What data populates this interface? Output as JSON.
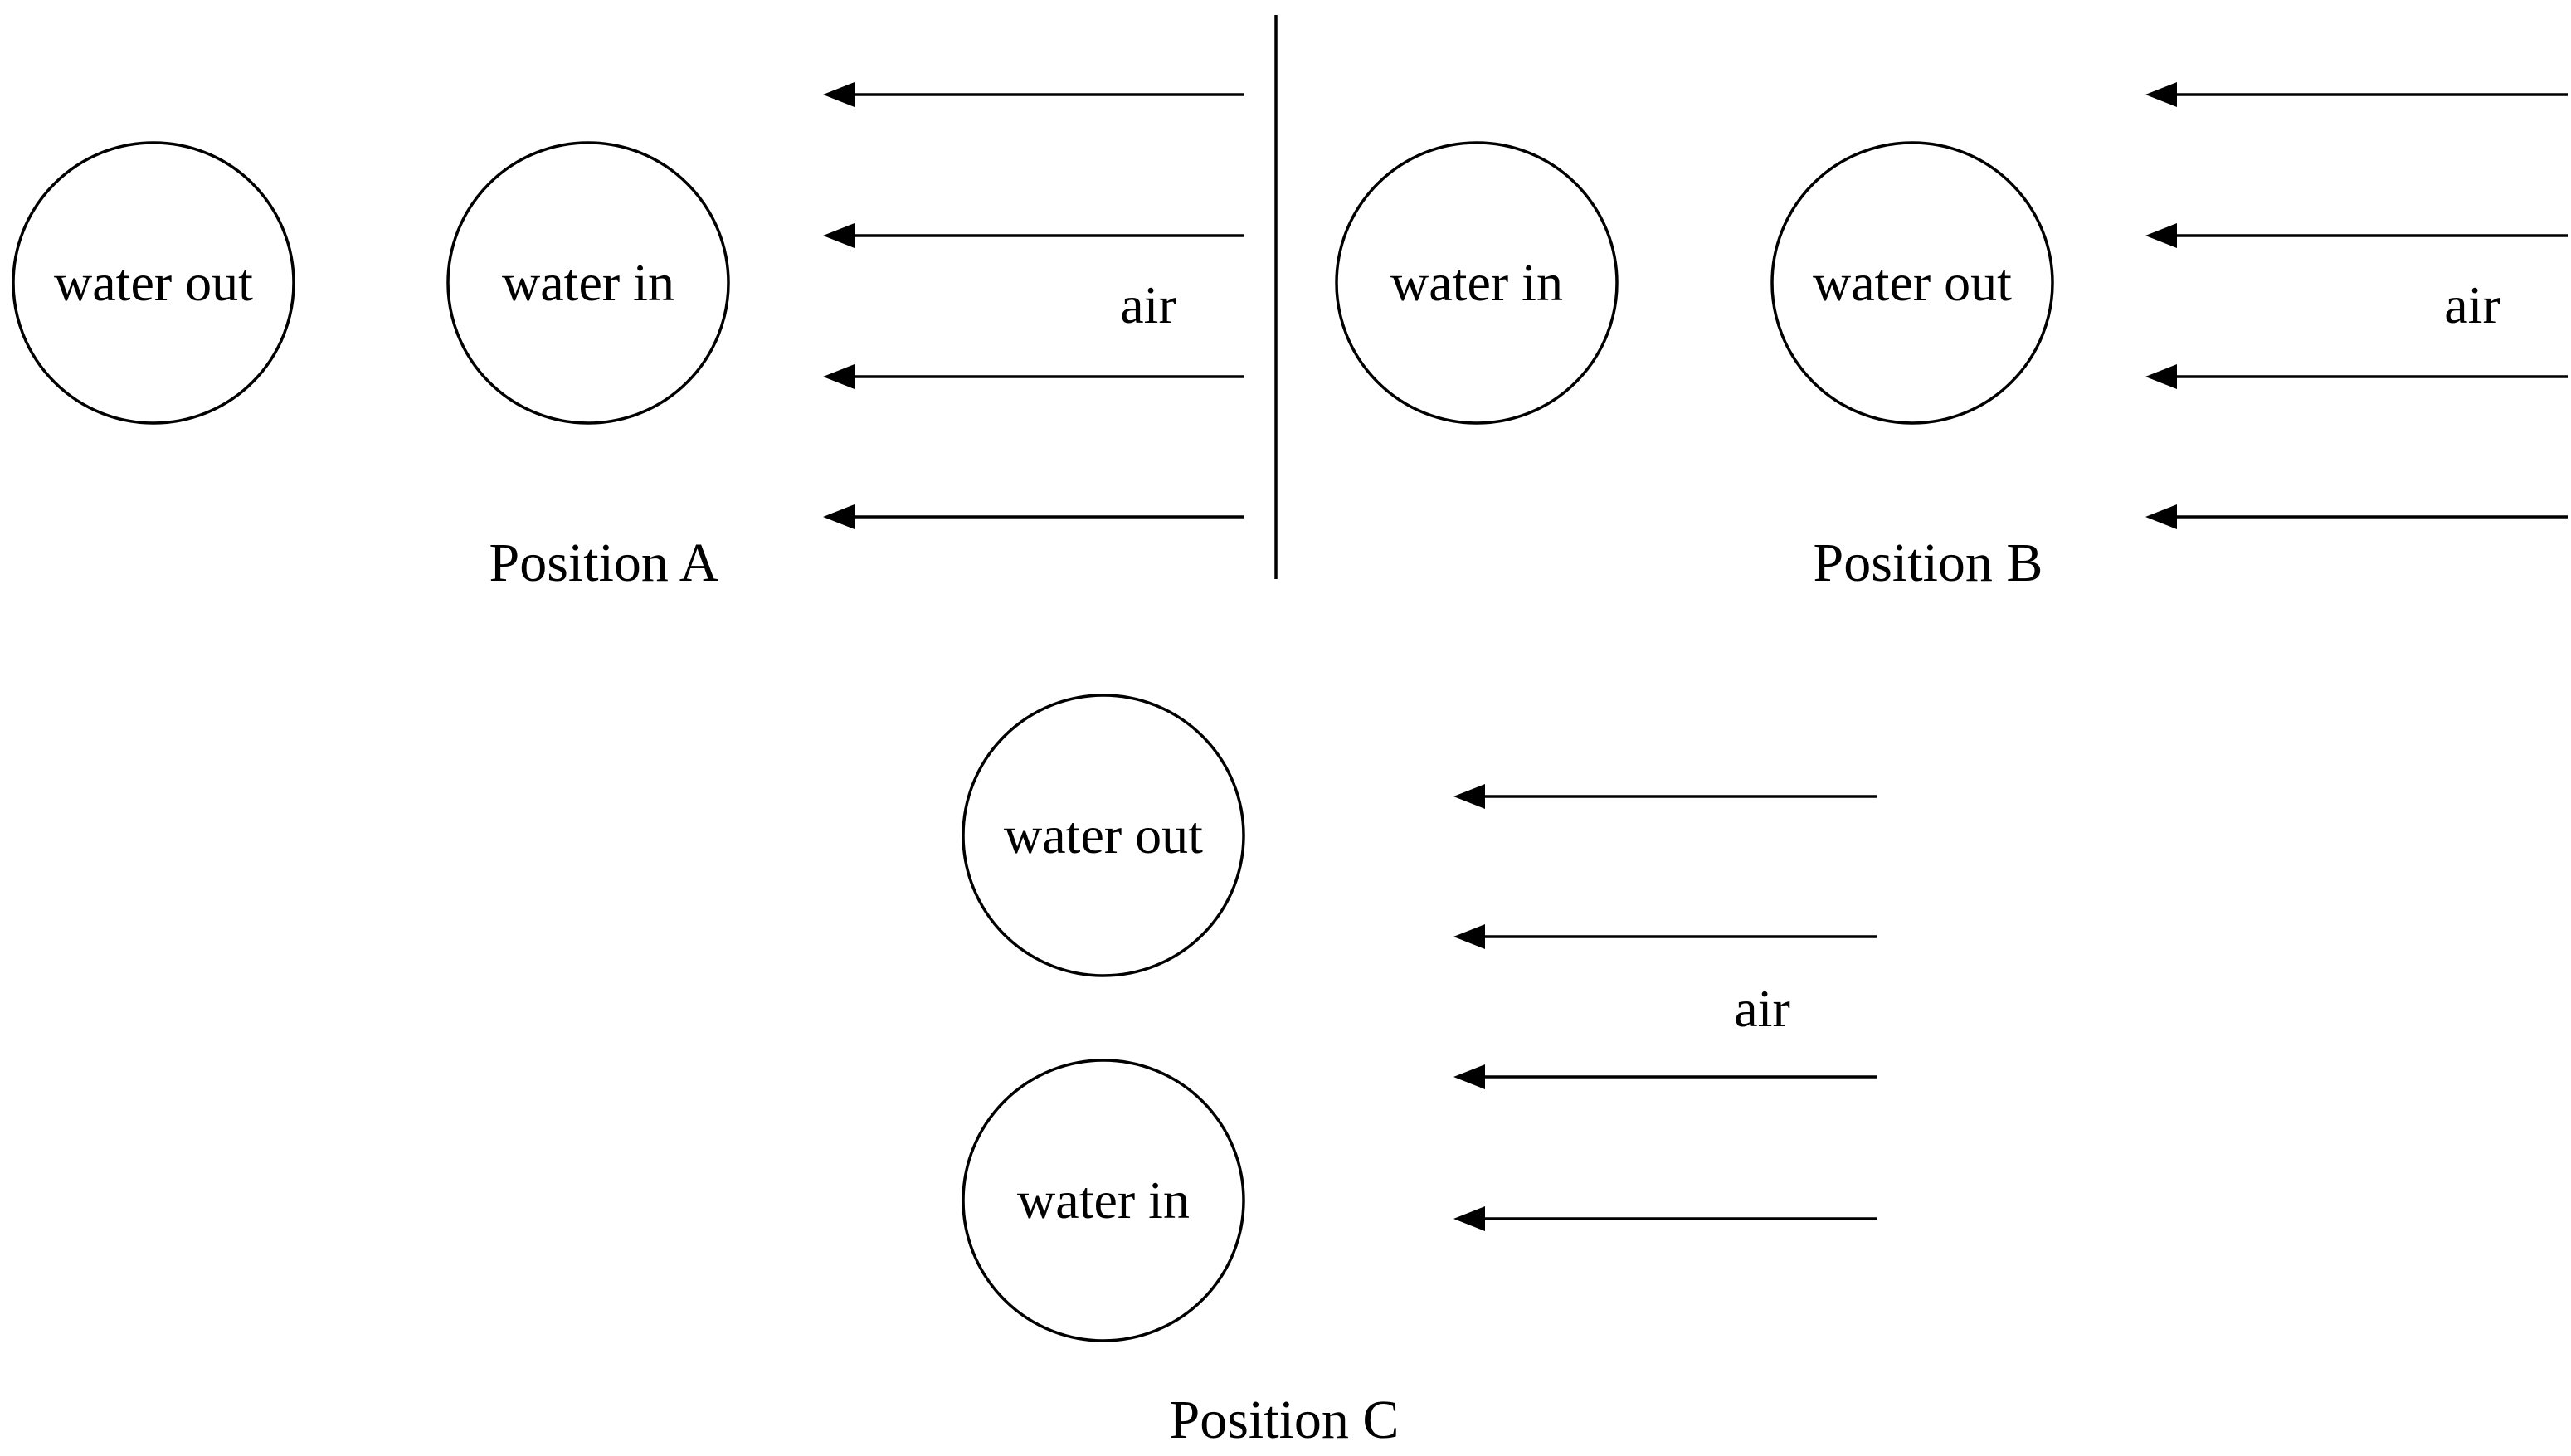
{
  "positions": [
    {
      "label": "Position A",
      "air_label": "air",
      "tubes": [
        {
          "label": "water out"
        },
        {
          "label": "water in"
        }
      ]
    },
    {
      "label": "Position B",
      "air_label": "air",
      "tubes": [
        {
          "label": "water in"
        },
        {
          "label": "water out"
        }
      ]
    },
    {
      "label": "Position C",
      "air_label": "air",
      "tubes": [
        {
          "label": "water out"
        },
        {
          "label": "water in"
        }
      ]
    }
  ],
  "colors": {
    "stroke": "#000000",
    "background": "#ffffff"
  }
}
